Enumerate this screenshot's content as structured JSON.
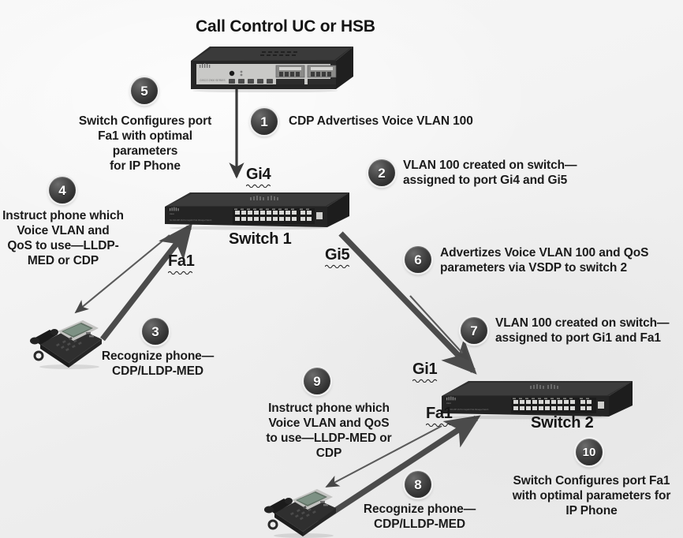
{
  "diagram": {
    "title": "Call Control UC or HSB",
    "background_color": "#f2f2f2",
    "badge_color": "#333333",
    "badge_text_color": "#ffffff"
  },
  "devices": {
    "call_control": {
      "label": "Call Control UC or HSB",
      "type": "router-appliance"
    },
    "switch1": {
      "label": "Switch 1",
      "type": "rack-switch"
    },
    "switch2": {
      "label": "Switch 2",
      "type": "rack-switch"
    },
    "phone1": {
      "label": "IP Phone",
      "type": "ip-phone"
    },
    "phone2": {
      "label": "IP Phone",
      "type": "ip-phone"
    }
  },
  "ports": {
    "gi4": "Gi4",
    "gi5": "Gi5",
    "gi1": "Gi1",
    "fa1_switch1": "Fa1",
    "fa1_switch2": "Fa1"
  },
  "steps": [
    {
      "number": "1",
      "text": "CDP Advertises Voice VLAN 100"
    },
    {
      "number": "2",
      "text": "VLAN 100 created on switch—\nassigned to port Gi4 and Gi5"
    },
    {
      "number": "3",
      "text": "Recognize phone—\nCDP/LLDP-MED"
    },
    {
      "number": "4",
      "text": "Instruct phone which\nVoice VLAN and\nQoS to use—LLDP-\nMED or CDP"
    },
    {
      "number": "5",
      "text": "Switch Configures port\nFa1 with optimal parameters\nfor IP Phone"
    },
    {
      "number": "6",
      "text": "Advertizes Voice VLAN 100 and QoS\nparameters  via VSDP to switch 2"
    },
    {
      "number": "7",
      "text": "VLAN 100 created on switch—\nassigned to port Gi1 and Fa1"
    },
    {
      "number": "8",
      "text": "Recognize phone—\nCDP/LLDP-MED"
    },
    {
      "number": "9",
      "text": "Instruct phone which\nVoice VLAN and QoS\nto use—LLDP-MED or\nCDP"
    },
    {
      "number": "10",
      "text": "Switch Configures port Fa1\nwith optimal parameters for\nIP Phone"
    }
  ]
}
